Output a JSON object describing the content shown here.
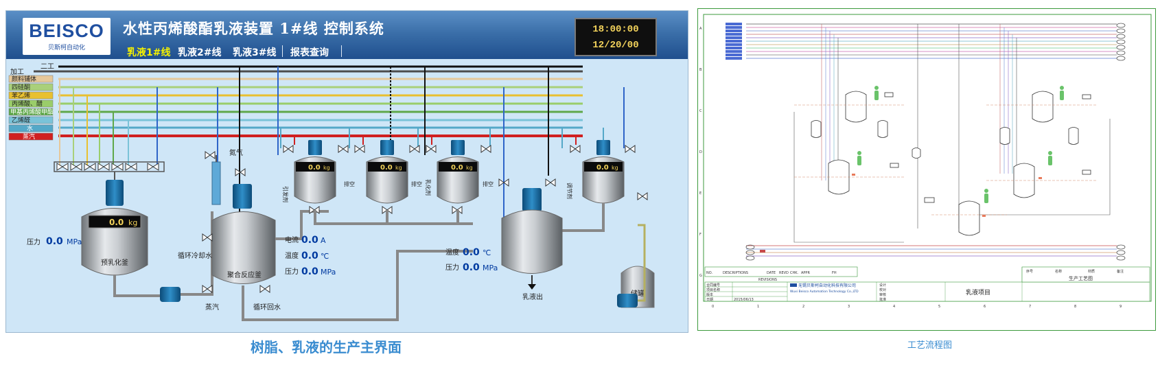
{
  "scada": {
    "logo_brand": "BEISCO",
    "logo_sub": "贝斯柯自动化",
    "title": "水性丙烯酸酯乳液装置 1#线 控制系统",
    "tabs": [
      {
        "label": "乳液1#线",
        "active": true
      },
      {
        "label": "乳液2#线",
        "active": false
      },
      {
        "label": "乳液3#线",
        "active": false
      },
      {
        "label": "报表查询",
        "active": false
      }
    ],
    "clock_time": "18:00:00",
    "clock_date": "12/20/00",
    "line_labels": [
      "二工",
      "加工",
      "颜料铺体",
      "四硅酮",
      "苯乙烯",
      "丙烯酸、醋",
      "甲基丙烯酸甲酯",
      "乙烯醛",
      "水",
      "蒸汽"
    ],
    "line_colors": [
      "#111111",
      "#4c4c4c",
      "#e6c89a",
      "#a9d07a",
      "#e8c030",
      "#9acd6a",
      "#5fa84a",
      "#7ac3d8",
      "#54a8c8",
      "#d02020"
    ],
    "pre_tank": {
      "weight": "0.0",
      "weight_unit": "kg",
      "name": "预乳化釜",
      "pressure_label": "压力",
      "pressure": "0.0",
      "pressure_unit": "MPa"
    },
    "reactor": {
      "name": "聚合反应釜",
      "current_label": "电流",
      "current": "0.0",
      "current_unit": "A",
      "temp_label": "温度",
      "temp": "0.0",
      "temp_unit": "℃",
      "pressure_label": "压力",
      "pressure": "0.0",
      "pressure_unit": "MPa",
      "cooling_water": "循环冷却水",
      "steam": "蒸汽",
      "return_water": "循环回水",
      "nitrogen": "氮气"
    },
    "dosing_tanks": [
      {
        "weight": "0.0",
        "weight_unit": "kg",
        "drain": "排空",
        "feed": "引发剂"
      },
      {
        "weight": "0.0",
        "weight_unit": "kg",
        "drain": "排空",
        "feed": ""
      },
      {
        "weight": "0.0",
        "weight_unit": "kg",
        "drain": "排空",
        "feed": "乳化剂"
      },
      {
        "weight": "0.0",
        "weight_unit": "kg",
        "drain": "",
        "feed": "调节剂"
      }
    ],
    "cooling_tank": {
      "temp_label": "温度",
      "temp": "0.0",
      "temp_unit": "℃",
      "pressure_label": "压力",
      "pressure": "0.0",
      "pressure_unit": "MPa",
      "outlet": "乳液出"
    },
    "storage": {
      "name": "储罐"
    }
  },
  "caption_left": "树脂、乳液的生产主界面",
  "caption_right": "工艺流程图",
  "flow": {
    "row_labels": [
      "A",
      "B",
      "C",
      "D",
      "E",
      "F",
      "G"
    ],
    "col_labels": [
      "0",
      "1",
      "2",
      "3",
      "4",
      "5",
      "6",
      "7",
      "8",
      "9"
    ],
    "revision_headers": [
      "NO.",
      "DESCRIPTIONS",
      "DATE",
      "REVD",
      "CHK.",
      "APPR",
      "FH"
    ],
    "revisions_label": "REVISIONS",
    "company_cn": "无锡贝斯柯自动化科技有限公司",
    "company_en": "Wuxi Beisco Automation Technology Co.,LTD",
    "project": "乳液项目",
    "drawing_name": "生产工艺图",
    "date": "2015/06/13",
    "title_fields": [
      "合同编号",
      "项目名称",
      "版本",
      "日期",
      "设计",
      "校对",
      "审核",
      "批准"
    ],
    "right_headers": [
      "序号",
      "名称",
      "材质",
      "备注"
    ]
  }
}
